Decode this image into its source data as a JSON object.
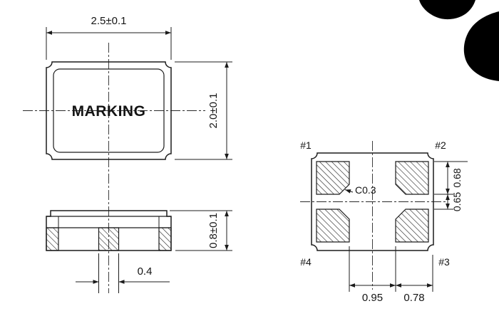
{
  "drawing": {
    "top_view": {
      "marking": "MARKING",
      "width_dim": "2.5±0.1",
      "height_dim": "2.0±0.1"
    },
    "side_view": {
      "height_dim": "0.8±0.1",
      "center_pad_width_dim": "0.4"
    },
    "bottom_view": {
      "pad_labels": [
        "#1",
        "#2",
        "#3",
        "#4"
      ],
      "chamfer_dim": "C0.3",
      "pad_height_dim": "0.68",
      "pad_vertical_gap_dim": "0.65",
      "pad_horizontal_gap_dim": "0.95",
      "pad_width_dim": "0.78"
    },
    "colors": {
      "line": "#1c1c1c",
      "background": "#ffffff",
      "artifact": "#000000"
    }
  }
}
